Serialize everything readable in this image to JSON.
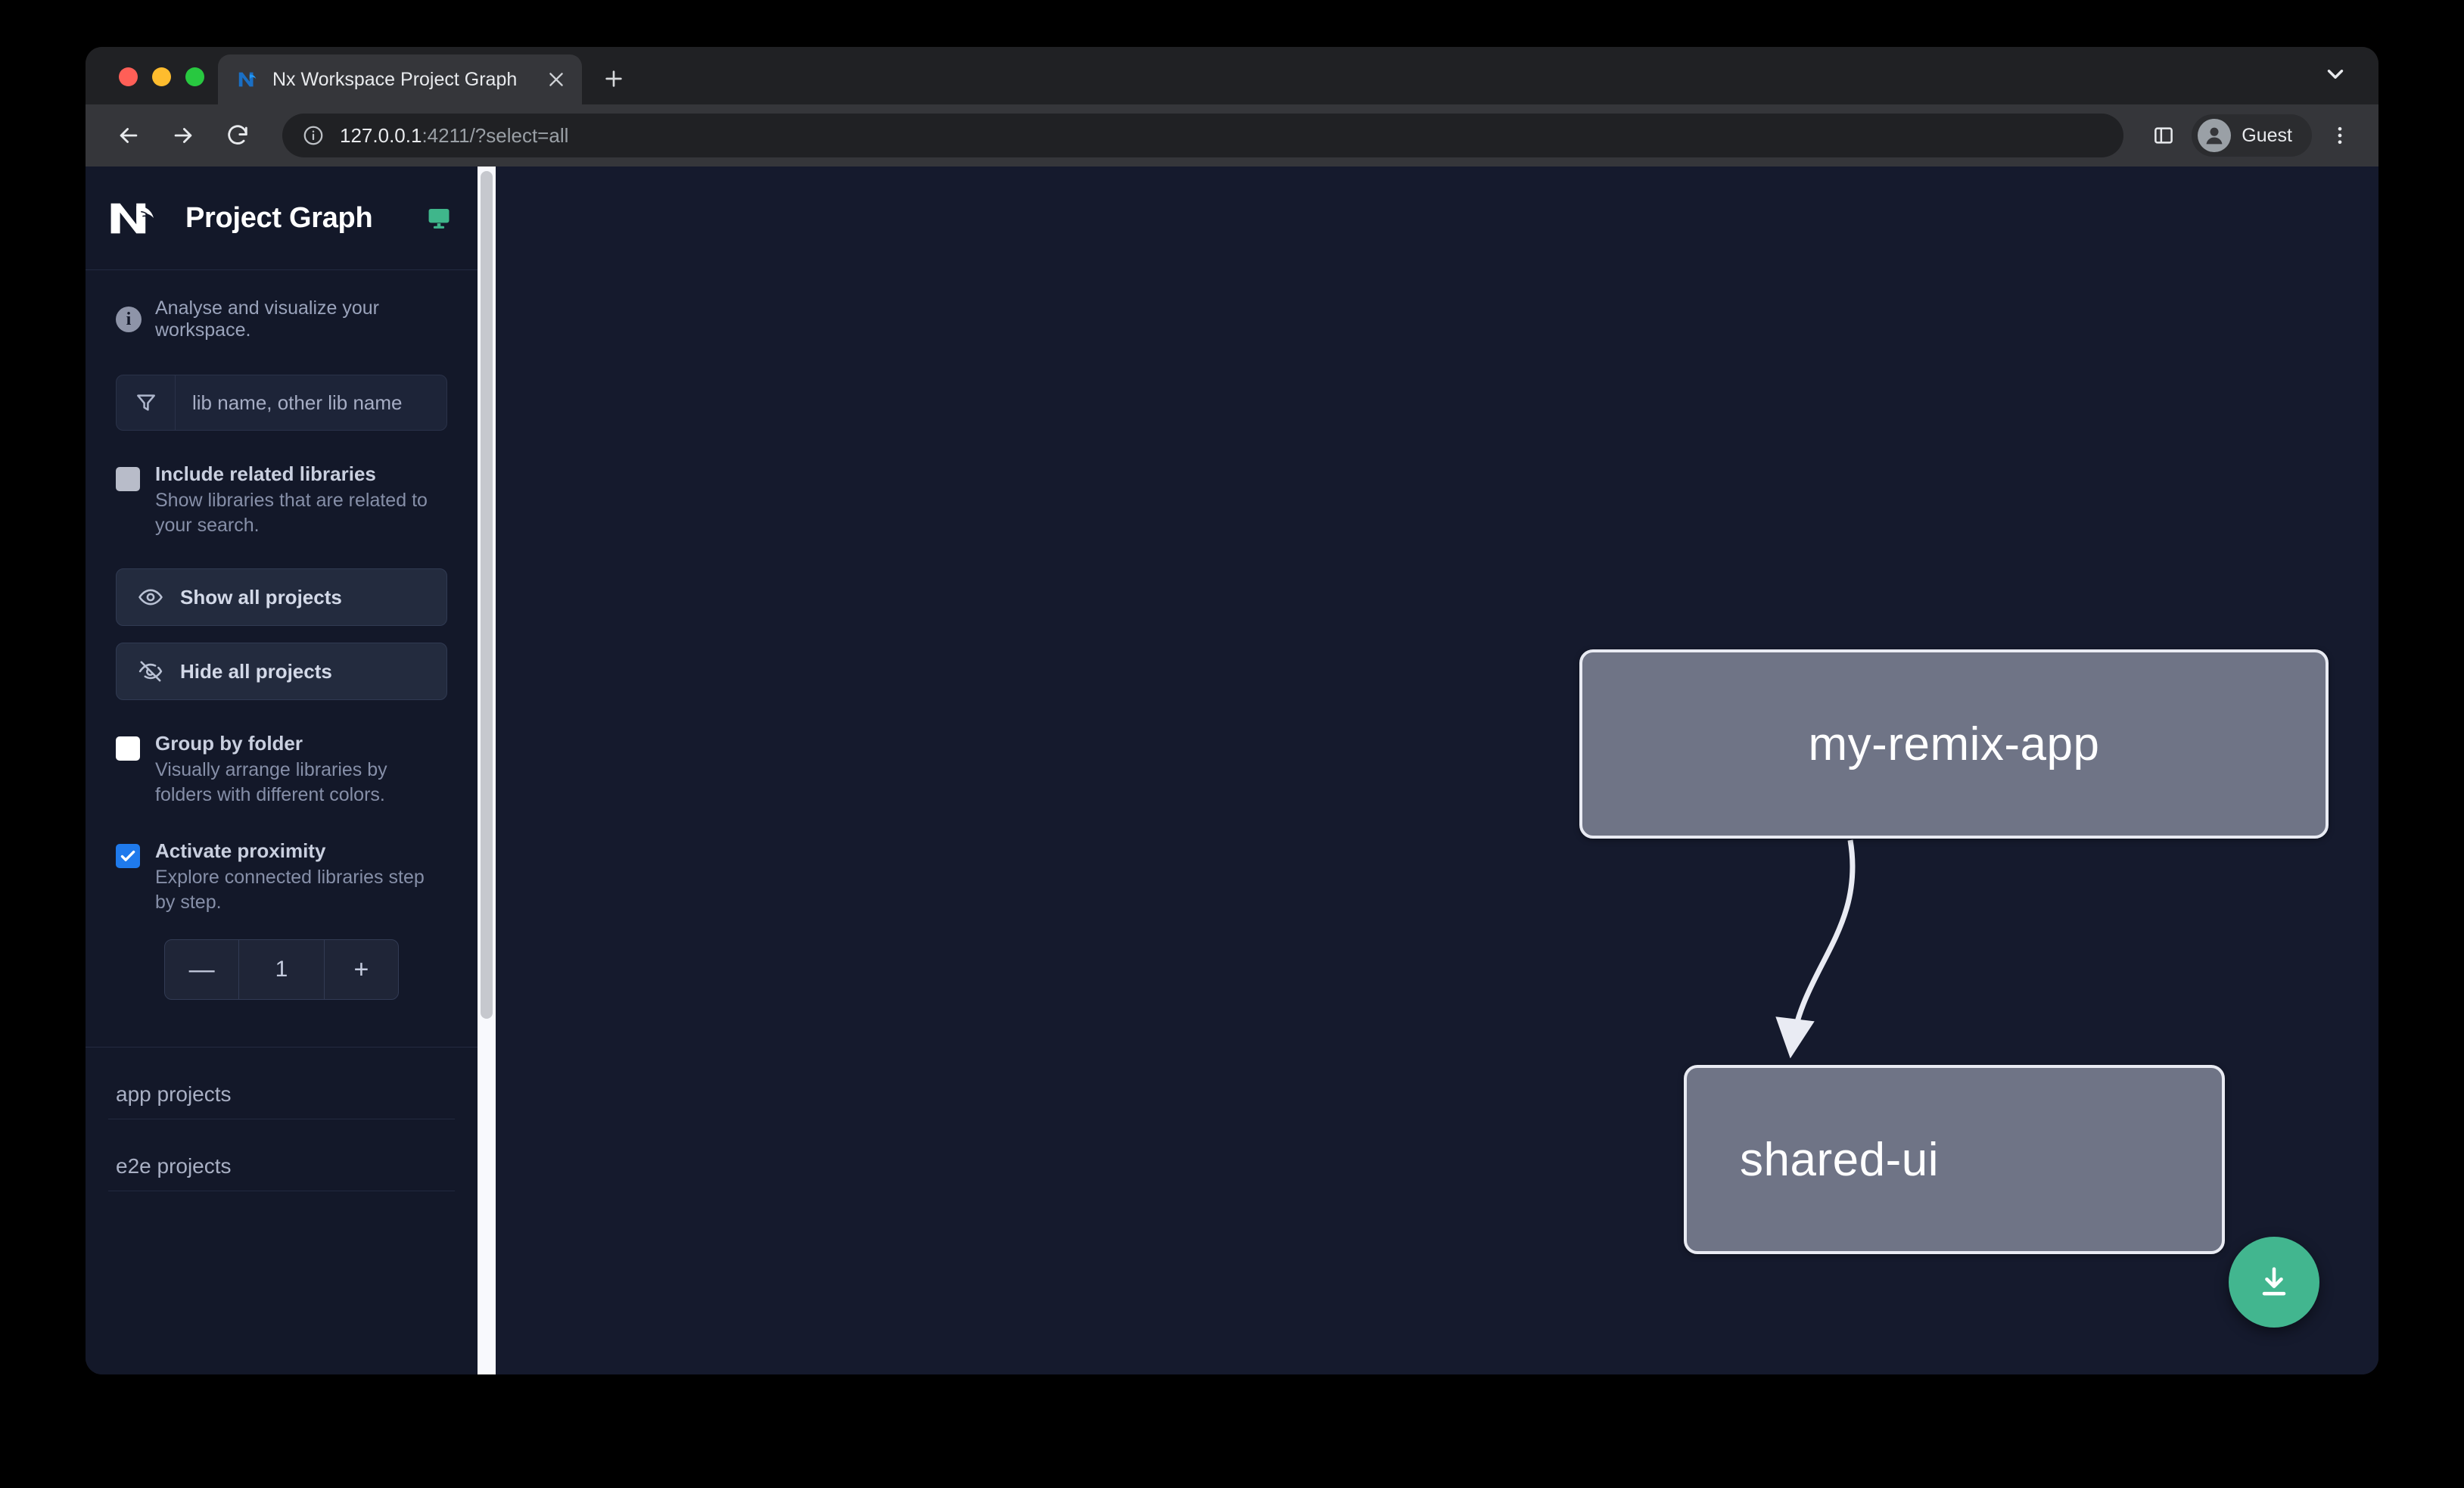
{
  "browser": {
    "tab": {
      "title": "Nx Workspace Project Graph",
      "favicon_icon": "nx-logo-favicon",
      "close_icon": "close-icon"
    },
    "new_tab_label": "+",
    "tab_search_icon": "chevron-down-icon",
    "nav": {
      "back_icon": "arrow-left-icon",
      "forward_icon": "arrow-right-icon",
      "reload_icon": "reload-icon"
    },
    "omnibox": {
      "site_info_icon": "info-circle-icon",
      "url_host": "127.0.0.1",
      "url_rest": ":4211/?select=all"
    },
    "side_panel_icon": "side-panel-icon",
    "profile": {
      "avatar_icon": "person-avatar-icon",
      "label": "Guest"
    },
    "menu_icon": "three-dots-vertical-icon"
  },
  "sidebar": {
    "logo_icon": "nx-logo",
    "title": "Project Graph",
    "monitor_icon": "monitor-icon",
    "info": {
      "icon": "info-icon",
      "text": "Analyse and visualize your workspace."
    },
    "filter": {
      "icon": "funnel-filter-icon",
      "placeholder": "lib name, other lib name",
      "value": ""
    },
    "options": [
      {
        "id": "include-related-libraries",
        "title": "Include related libraries",
        "description": "Show libraries that are related to your search.",
        "checked": false,
        "checkbox_style": "grey"
      },
      {
        "id": "group-by-folder",
        "title": "Group by folder",
        "description": "Visually arrange libraries by folders with different colors.",
        "checked": false,
        "checkbox_style": "white"
      },
      {
        "id": "activate-proximity",
        "title": "Activate proximity",
        "description": "Explore connected libraries step by step.",
        "checked": true,
        "checkbox_style": "blue"
      }
    ],
    "buttons": [
      {
        "id": "show-all-projects",
        "label": "Show all projects",
        "icon": "eye-icon"
      },
      {
        "id": "hide-all-projects",
        "label": "Hide all projects",
        "icon": "eye-off-icon"
      }
    ],
    "stepper": {
      "decrement_label": "—",
      "value": "1",
      "increment_label": "+"
    },
    "groups": [
      {
        "id": "app-projects",
        "label": "app projects"
      },
      {
        "id": "e2e-projects",
        "label": "e2e projects"
      }
    ]
  },
  "graph": {
    "nodes": [
      {
        "id": "my-remix-app",
        "label": "my-remix-app"
      },
      {
        "id": "shared-ui",
        "label": "shared-ui"
      }
    ],
    "edges": [
      {
        "from": "my-remix-app",
        "to": "shared-ui"
      }
    ],
    "download_button": {
      "icon": "download-icon",
      "color": "#42b68f"
    },
    "background_color": "#151a2d",
    "node_fill": "#6f7486",
    "node_border": "#e9ebf3"
  },
  "colors": {
    "accent_green": "#42b68f",
    "accent_blue": "#1f7aec",
    "sidebar_bg": "#131829",
    "canvas_bg": "#151a2d"
  }
}
